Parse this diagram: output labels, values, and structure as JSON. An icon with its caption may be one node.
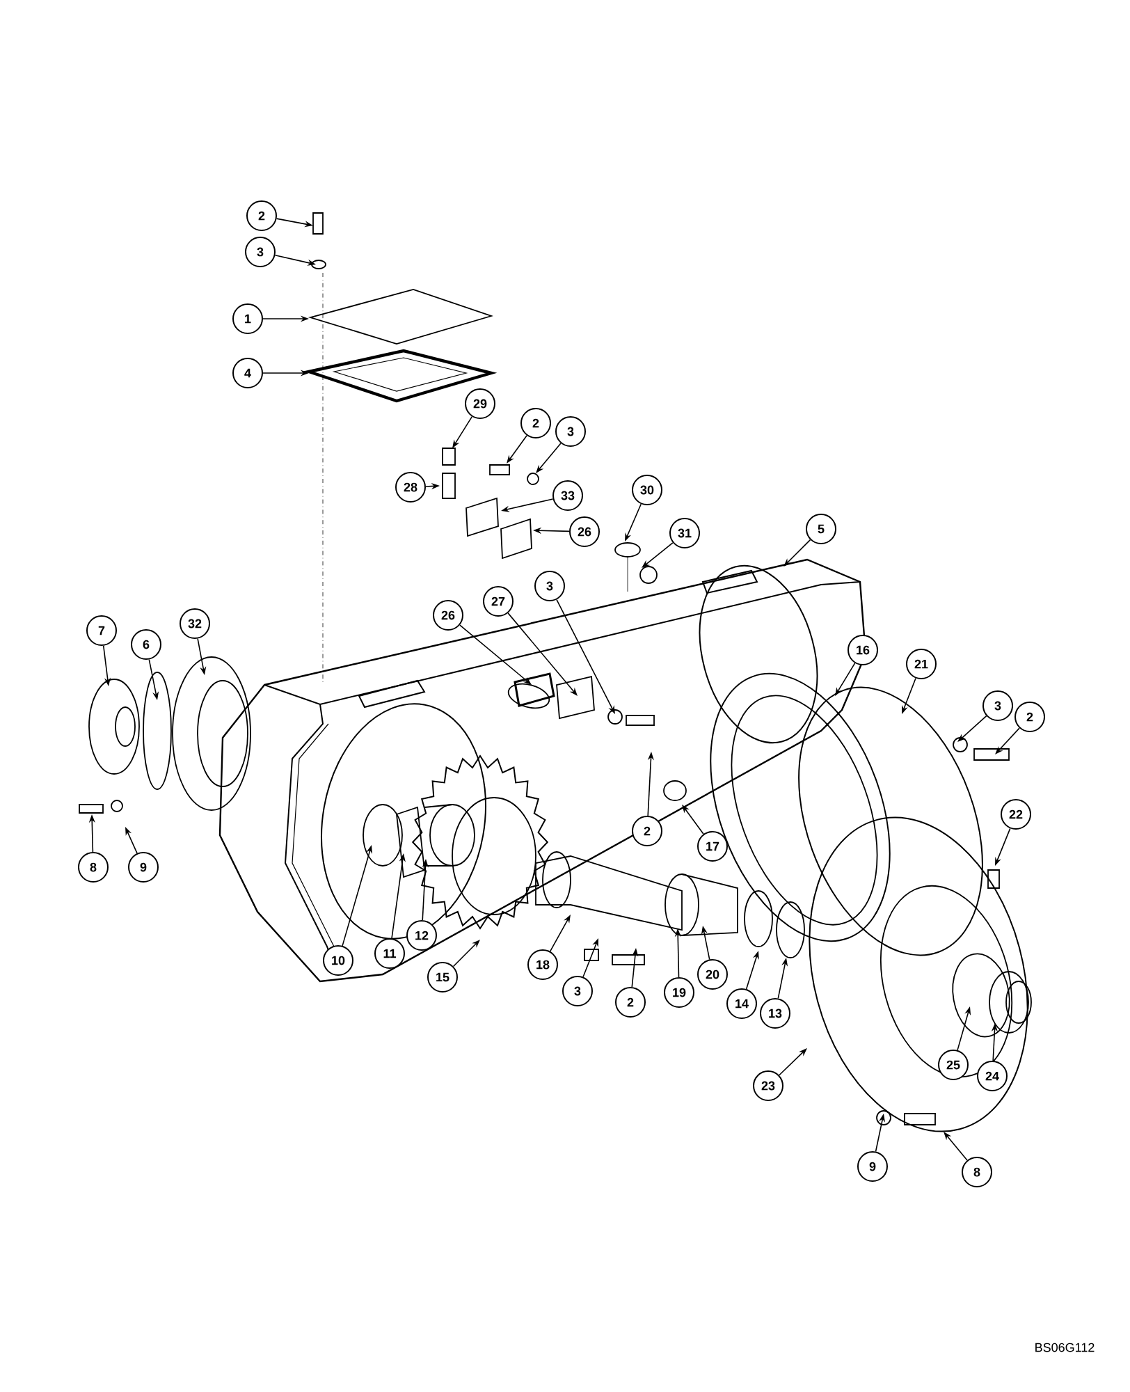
{
  "diagram": {
    "nodes": [
      {
        "text": [
          "2"
        ]
      },
      {
        "text": [
          "3"
        ]
      },
      {
        "text": [
          "1"
        ]
      },
      {
        "text": [
          "4"
        ]
      },
      {
        "text": [
          "29"
        ]
      },
      {
        "text": [
          "2"
        ]
      },
      {
        "text": [
          "3"
        ]
      },
      {
        "text": [
          "28"
        ]
      },
      {
        "text": [
          "33"
        ]
      },
      {
        "text": [
          "30"
        ]
      },
      {
        "text": [
          "26"
        ]
      },
      {
        "text": [
          "5"
        ]
      },
      {
        "text": [
          "31"
        ]
      },
      {
        "text": [
          "3"
        ]
      },
      {
        "text": [
          "27"
        ]
      },
      {
        "text": [
          "26"
        ]
      },
      {
        "text": [
          "32"
        ]
      },
      {
        "text": [
          "7"
        ]
      },
      {
        "text": [
          "6"
        ]
      },
      {
        "text": [
          "16"
        ]
      },
      {
        "text": [
          "21"
        ]
      },
      {
        "text": [
          "3"
        ]
      },
      {
        "text": [
          "2"
        ]
      },
      {
        "text": [
          "22"
        ]
      },
      {
        "text": [
          "2"
        ]
      },
      {
        "text": [
          "17"
        ]
      },
      {
        "text": [
          "8"
        ]
      },
      {
        "text": [
          "9"
        ]
      },
      {
        "text": [
          "12"
        ]
      },
      {
        "text": [
          "11"
        ]
      },
      {
        "text": [
          "10"
        ]
      },
      {
        "text": [
          "18"
        ]
      },
      {
        "text": [
          "20"
        ]
      },
      {
        "text": [
          "15"
        ]
      },
      {
        "text": [
          "3"
        ]
      },
      {
        "text": [
          "19"
        ]
      },
      {
        "text": [
          "2"
        ]
      },
      {
        "text": [
          "14"
        ]
      },
      {
        "text": [
          "13"
        ]
      },
      {
        "text": [
          "25"
        ]
      },
      {
        "text": [
          "24"
        ]
      },
      {
        "text": [
          "23"
        ]
      },
      {
        "text": [
          "9"
        ]
      },
      {
        "text": [
          "8"
        ]
      }
    ],
    "edges": [
      {
        "from": 0,
        "to": null,
        "arrow": "to"
      },
      {
        "from": 1,
        "to": null,
        "arrow": "to"
      },
      {
        "from": 2,
        "to": null,
        "arrow": "to"
      },
      {
        "from": 3,
        "to": null,
        "arrow": "to"
      },
      {
        "from": 4,
        "to": null,
        "arrow": "to"
      },
      {
        "from": 5,
        "to": null,
        "arrow": "to"
      },
      {
        "from": 6,
        "to": null,
        "arrow": "to"
      },
      {
        "from": 7,
        "to": null,
        "arrow": "to"
      },
      {
        "from": 8,
        "to": null,
        "arrow": "to"
      },
      {
        "from": 9,
        "to": null,
        "arrow": "to"
      },
      {
        "from": 10,
        "to": null,
        "arrow": "to"
      },
      {
        "from": 11,
        "to": null,
        "arrow": "to"
      },
      {
        "from": 12,
        "to": null,
        "arrow": "to"
      },
      {
        "from": 13,
        "to": null,
        "arrow": "to"
      },
      {
        "from": 14,
        "to": null,
        "arrow": "to"
      },
      {
        "from": 15,
        "to": null,
        "arrow": "to"
      },
      {
        "from": 16,
        "to": null,
        "arrow": "to"
      },
      {
        "from": 17,
        "to": null,
        "arrow": "to"
      },
      {
        "from": 18,
        "to": null,
        "arrow": "to"
      },
      {
        "from": 19,
        "to": null,
        "arrow": "to"
      },
      {
        "from": 20,
        "to": null,
        "arrow": "to"
      },
      {
        "from": 21,
        "to": null,
        "arrow": "to"
      },
      {
        "from": 22,
        "to": null,
        "arrow": "to"
      },
      {
        "from": 23,
        "to": null,
        "arrow": "to"
      },
      {
        "from": 24,
        "to": null,
        "arrow": "to"
      },
      {
        "from": 25,
        "to": null,
        "arrow": "to"
      },
      {
        "from": 26,
        "to": null,
        "arrow": "to"
      },
      {
        "from": 27,
        "to": null,
        "arrow": "to"
      },
      {
        "from": 28,
        "to": null,
        "arrow": "to"
      },
      {
        "from": 29,
        "to": null,
        "arrow": "to"
      },
      {
        "from": 30,
        "to": null,
        "arrow": "to"
      },
      {
        "from": 31,
        "to": null,
        "arrow": "to"
      },
      {
        "from": 32,
        "to": null,
        "arrow": "to"
      },
      {
        "from": 33,
        "to": null,
        "arrow": "to"
      },
      {
        "from": 34,
        "to": null,
        "arrow": "to"
      },
      {
        "from": 35,
        "to": null,
        "arrow": "to"
      },
      {
        "from": 36,
        "to": null,
        "arrow": "to"
      },
      {
        "from": 37,
        "to": null,
        "arrow": "to"
      },
      {
        "from": 38,
        "to": null,
        "arrow": "to"
      },
      {
        "from": 39,
        "to": null,
        "arrow": "to"
      },
      {
        "from": 40,
        "to": null,
        "arrow": "to"
      },
      {
        "from": 41,
        "to": null,
        "arrow": "to"
      },
      {
        "from": 42,
        "to": null,
        "arrow": "to"
      },
      {
        "from": 43,
        "to": null,
        "arrow": "to"
      }
    ],
    "labels": [
      "BS06G112"
    ]
  }
}
